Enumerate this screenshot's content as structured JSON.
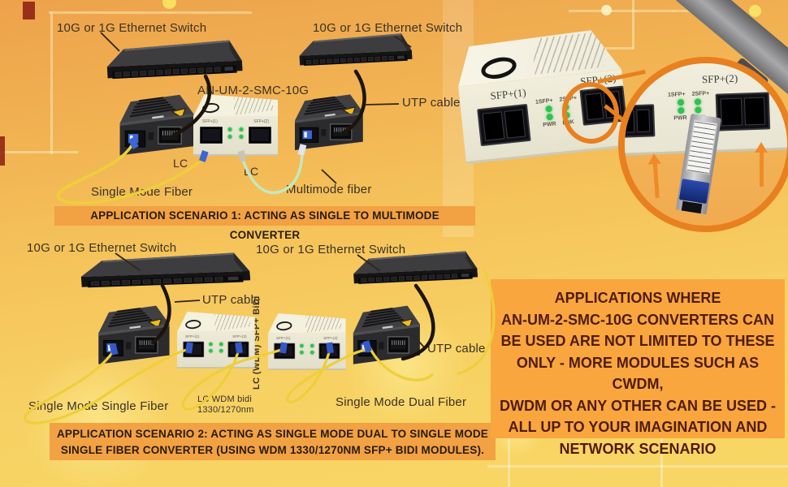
{
  "labels": {
    "ethernet_switch": "10G or 1G Ethernet Switch",
    "converter_model": "AN-UM-2-SMC-10G",
    "utp_cable": "UTP cable",
    "lc": "LC",
    "single_mode_fiber": "Single Mode Fiber",
    "multimode_fiber": "Multimode fiber",
    "single_mode_single_fiber": "Single Mode Single Fiber",
    "single_mode_dual_fiber": "Single Mode Dual Fiber",
    "bidi_module_vertical": "LC (WDM) SFP+ BiDi",
    "wdm_bidi_line1": "LC WDM bidi",
    "wdm_bidi_line2": "1330/1270nm"
  },
  "device": {
    "sfp_port1": "SFP+(1)",
    "sfp_port2": "SFP+(2)",
    "led_1sfp": "1SFP+",
    "led_2sfp": "2SFP+",
    "led_pwr": "PWR",
    "led_lnk": "LNK"
  },
  "banners": {
    "scenario1": "APPLICATION SCENARIO 1: ACTING AS SINGLE TO MULTIMODE CONVERTER",
    "scenario2_line1": "APPLICATION SCENARIO 2: ACTING AS SINGLE MODE DUAL TO SINGLE MODE",
    "scenario2_line2": "SINGLE FIBER CONVERTER (USING WDM 1330/1270NM SFP+ BIDI MODULES)."
  },
  "info_box": {
    "lines": [
      "APPLICATIONS WHERE",
      "AN-UM-2-SMC-10G CONVERTERS CAN",
      "BE USED ARE NOT LIMITED TO THESE",
      "ONLY - MORE MODULES SUCH AS CWDM,",
      "DWDM OR ANY OTHER CAN BE USED -",
      "ALL UP TO YOUR IMAGINATION AND",
      "NETWORK SCENARIO"
    ]
  },
  "colors": {
    "accent_orange": "#e8801f",
    "banner_bg": "#f2a143",
    "info_box_bg": "#f9a63e",
    "led_green": "#2ec24f",
    "fiber_yellow": "#eecf3a",
    "fiber_multimode": "#c5e8c0"
  }
}
